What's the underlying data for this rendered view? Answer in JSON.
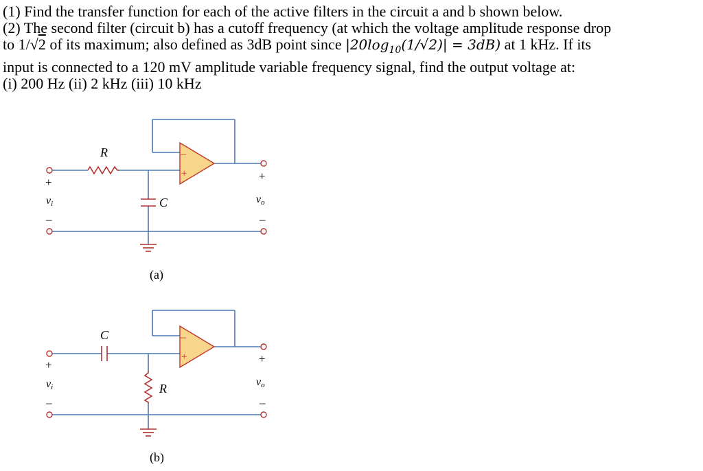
{
  "problem": {
    "line1": "(1) Find the transfer function for each of the active filters in the circuit a and b shown below.",
    "line2": "(2) The second filter (circuit b) has a cutoff frequency (at which the voltage amplitude response drop",
    "line3_a": "to 1/",
    "line3_sqrt": "√",
    "line3_two": "2",
    "line3_b": " of its maximum; also defined as 3dB point since ",
    "line3_math": "|20log",
    "line3_sub": "10",
    "line3_math2": "(1/√2)| = 3dB)",
    "line3_c": " at 1 kHz. If its",
    "line4": "input is connected to a 120 mV amplitude variable frequency signal, find the output voltage at:",
    "line5": "(i) 200 Hz (ii) 2 kHz (iii) 10 kHz"
  },
  "circuit_a": {
    "caption": "(a)",
    "resistor_label": "R",
    "capacitor_label": "C",
    "input_plus": "+",
    "input_label": "v",
    "input_sub": "i",
    "input_minus": "–",
    "output_plus": "+",
    "output_label": "v",
    "output_sub": "o",
    "output_minus": "–",
    "opamp_minus": "–",
    "opamp_plus": "+"
  },
  "circuit_b": {
    "caption": "(b)",
    "capacitor_label": "C",
    "resistor_label": "R",
    "input_plus": "+",
    "input_label": "v",
    "input_sub": "i",
    "input_minus": "–",
    "output_plus": "+",
    "output_label": "v",
    "output_sub": "o",
    "output_minus": "–",
    "opamp_minus": "–",
    "opamp_plus": "+"
  },
  "colors": {
    "wire_blue": "#4a78b0",
    "component_red": "#b0302e",
    "opamp_fill": "#f7d58a",
    "opamp_stroke": "#c0392b",
    "text": "#000000"
  }
}
